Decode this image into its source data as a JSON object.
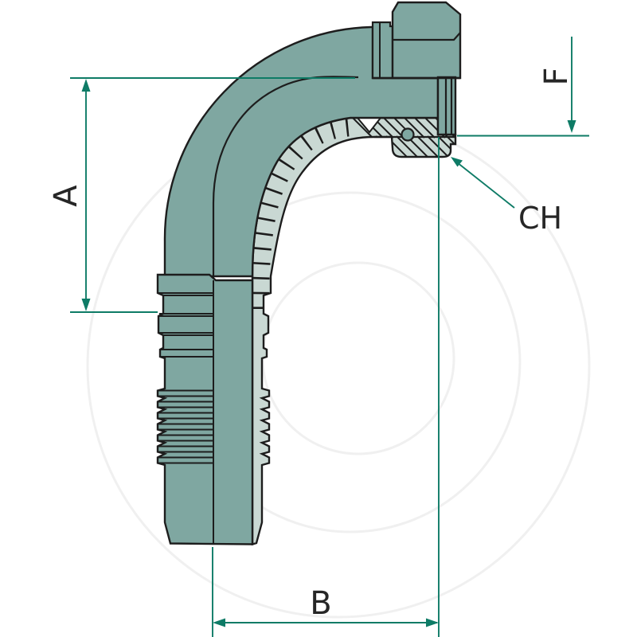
{
  "figure": {
    "kind": "technical-drawing",
    "dimensions": {
      "a": "A",
      "f": "F",
      "b": "B",
      "ch": "CH"
    }
  },
  "colors": {
    "body_fill": "#7FA7A1",
    "section_fill": "#C9D8D3",
    "outline": "#1D1D1D",
    "dimension_color": "#0E7B66",
    "label_color": "#262626",
    "watermark": "#F0F0F0",
    "background": "#FFFFFF"
  }
}
